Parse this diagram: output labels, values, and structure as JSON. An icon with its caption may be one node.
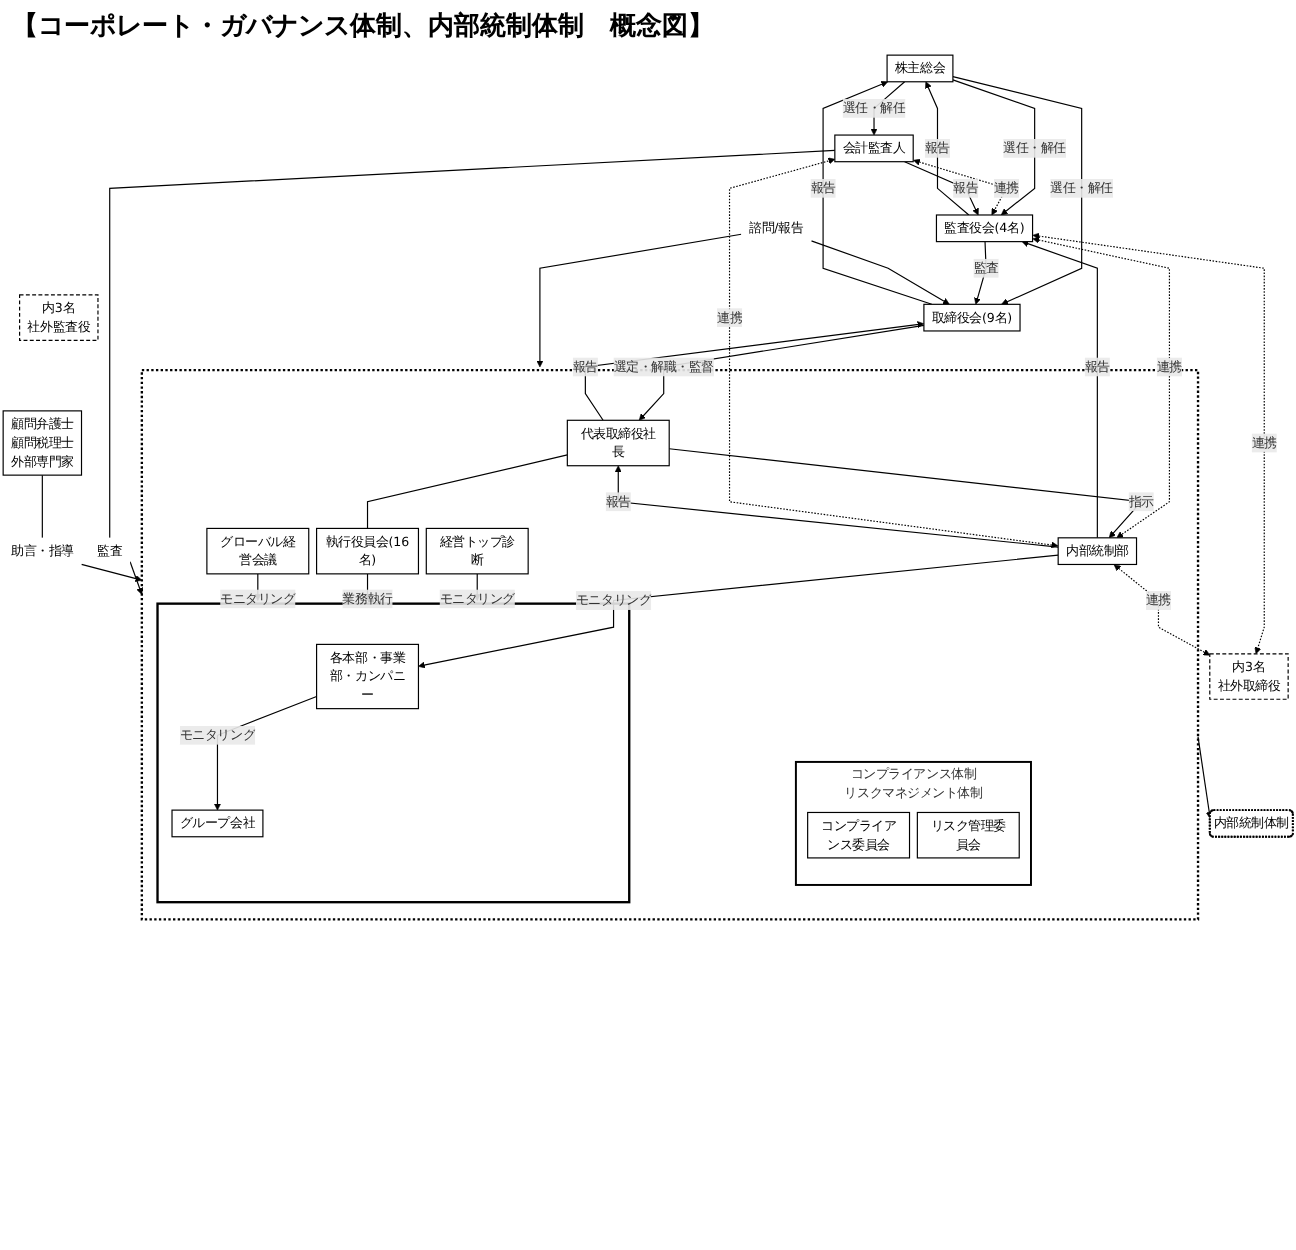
{
  "diagram": {
    "title": "【コーポレート・ガバナンス体制、内部統制体制　概念図】",
    "nodes": [
      {
        "text": [
          "株主総会"
        ]
      },
      {
        "text": [
          "会計監査人"
        ]
      },
      {
        "text": [
          "監査役会(4名)"
        ]
      },
      {
        "text": [
          "内3名",
          "社外監査役"
        ]
      },
      {
        "text": [
          "取締役会(9名)"
        ]
      },
      {
        "text": [
          "内3名",
          "社外取締役"
        ]
      },
      {
        "text": [
          "諮問/報告"
        ]
      },
      {
        "text": [
          "監査"
        ]
      },
      {
        "text": [
          "顧問弁護士",
          "顧問税理士",
          "外部専門家"
        ]
      },
      {
        "text": [
          "助言・指導"
        ]
      },
      {
        "text": [],
        "shape": "box"
      },
      {
        "text": [
          "内部統制部"
        ],
        "in": 10
      },
      {
        "text": [
          "代表取締役社長"
        ],
        "in": 10
      },
      {
        "text": [
          "コンプライアンス体制",
          "リスクマネジメント体制"
        ],
        "in": 10
      },
      {
        "text": [
          "コンプライアンス委員会"
        ],
        "in": 13
      },
      {
        "text": [
          "リスク管理委員会"
        ],
        "in": 13
      },
      {
        "text": [
          "執行役員会(16名)"
        ],
        "in": 10
      },
      {
        "text": [
          "経営トップ診断"
        ],
        "in": 10
      },
      {
        "text": [
          "グローバル経営会議"
        ],
        "in": 10
      },
      {
        "text": [],
        "shape": "box",
        "in": 10
      },
      {
        "text": [
          "各本部・事業部・カンパニー"
        ],
        "in": 19
      },
      {
        "text": [
          "グループ会社"
        ],
        "in": 19
      },
      {
        "text": [
          "内部統制体制"
        ]
      }
    ],
    "edges": [
      {
        "from": 0,
        "to": 1,
        "arrow": "to",
        "label": "選任・解任"
      },
      {
        "from": 2,
        "to": 0,
        "arrow": "to",
        "label": "報告"
      },
      {
        "from": 0,
        "to": 2,
        "arrow": "to",
        "label": "選任・解任"
      },
      {
        "from": 4,
        "to": 0,
        "arrow": "to",
        "label": "報告"
      },
      {
        "from": 0,
        "to": 4,
        "arrow": "to",
        "label": "選任・解任"
      },
      {
        "from": 1,
        "to": 2,
        "arrow": "both",
        "label": "連携",
        "style": "dashed"
      },
      {
        "from": 1,
        "to": 2,
        "arrow": "to",
        "label": "報告"
      },
      {
        "from": 2,
        "to": 4,
        "arrow": "to",
        "label": "監査"
      },
      {
        "from": 2,
        "to": 5,
        "arrow": "both",
        "label": "連携",
        "style": "dashed"
      },
      {
        "from": 6,
        "to": 4,
        "arrow": "to"
      },
      {
        "from": 6,
        "to": 10,
        "arrow": "to"
      },
      {
        "from": 2,
        "to": 11,
        "arrow": "both",
        "label": "連携",
        "style": "dashed"
      },
      {
        "from": 11,
        "to": 2,
        "arrow": "to",
        "label": "報告"
      },
      {
        "from": 11,
        "to": 1,
        "arrow": "both",
        "label": "連携",
        "style": "dashed"
      },
      {
        "from": 11,
        "to": 5,
        "arrow": "both",
        "label": "連携",
        "style": "dashed"
      },
      {
        "from": 12,
        "to": 4,
        "arrow": "to",
        "label": "報告"
      },
      {
        "from": 4,
        "to": 12,
        "arrow": "to",
        "label": "選定・解職・監督"
      },
      {
        "from": 12,
        "to": 11,
        "arrow": "to",
        "label": "指示"
      },
      {
        "from": 11,
        "to": 12,
        "arrow": "to",
        "label": "報告"
      },
      {
        "from": 12,
        "to": 16,
        "arrow": "none"
      },
      {
        "from": 11,
        "to": 20,
        "arrow": "to",
        "label": "モニタリング"
      },
      {
        "from": 17,
        "to": 19,
        "arrow": "to",
        "label": "モニタリング"
      },
      {
        "from": 16,
        "to": 19,
        "arrow": "to",
        "label": "業務執行"
      },
      {
        "from": 18,
        "to": 19,
        "arrow": "to",
        "label": "モニタリング"
      },
      {
        "from": 20,
        "to": 21,
        "arrow": "to",
        "label": "モニタリング"
      },
      {
        "from": 1,
        "to": 7,
        "arrow": "none"
      },
      {
        "from": 7,
        "to": 10,
        "arrow": "to"
      },
      {
        "from": 8,
        "to": 9,
        "arrow": "none"
      },
      {
        "from": 9,
        "to": 10,
        "arrow": "to"
      },
      {
        "from": 10,
        "to": 22,
        "arrow": "to"
      }
    ]
  }
}
